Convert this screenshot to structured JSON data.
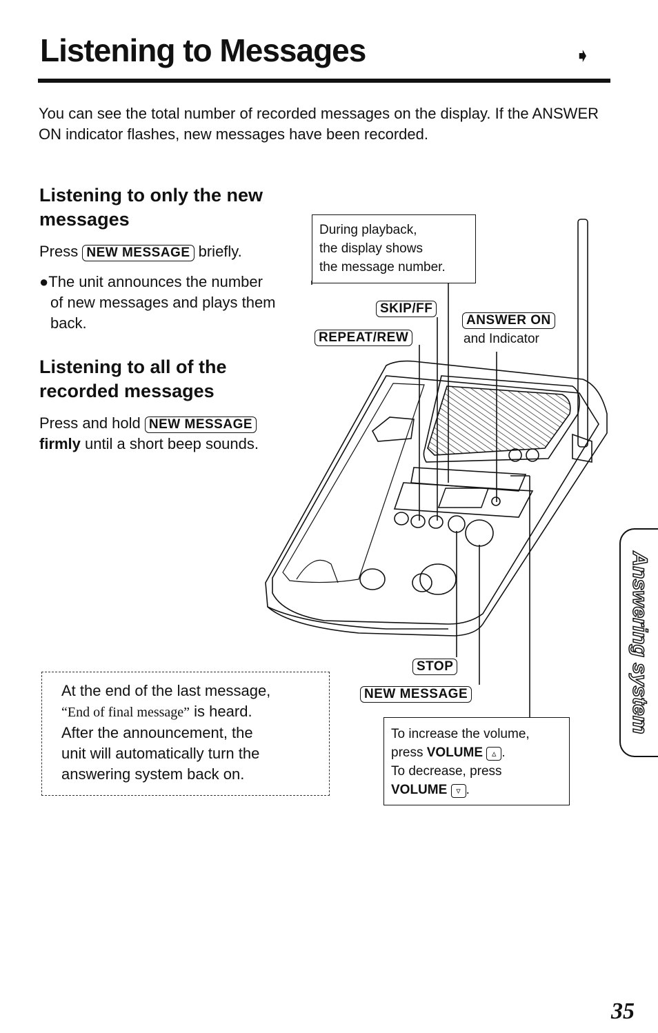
{
  "header": {
    "title": "Listening to Messages",
    "arrow": "➧"
  },
  "intro": "You can see the total number of recorded messages on the display. If the ANSWER ON indicator flashes, new messages have been recorded.",
  "section_new": {
    "heading_line1": "Listening to only the new",
    "heading_line2": "messages",
    "press_prefix": "Press",
    "key": "NEW MESSAGE",
    "press_suffix": "briefly.",
    "bullet_line1": "●The unit announces the number",
    "bullet_line2": "of new messages and plays them",
    "bullet_line3": "back."
  },
  "section_all": {
    "heading_line1": "Listening to all of the",
    "heading_line2": "recorded messages",
    "press_prefix": "Press and hold",
    "key": "NEW MESSAGE",
    "bold_word": "firmly",
    "suffix": "until a short beep sounds."
  },
  "callouts": {
    "display_line1": "During playback,",
    "display_line2": "the display shows",
    "display_line3": "the message number.",
    "skip_key": "SKIP/FF",
    "repeat_key": "REPEAT/REW",
    "answer_key": "ANSWER ON",
    "answer_suffix": "and Indicator",
    "stop_key": "STOP",
    "new_message_key": "NEW MESSAGE",
    "volume_line1": "To increase the volume,",
    "volume_line2_prefix": "press",
    "volume_word": "VOLUME",
    "volume_line3": "To decrease, press"
  },
  "note": {
    "line1": "At the end of the last message,",
    "quote": "“End of final message”",
    "heard": "is heard.",
    "line3": "After the announcement, the",
    "line4": "unit will automatically turn the",
    "line5": "answering system back on."
  },
  "side_tab": "Answering system",
  "page_number": "35"
}
